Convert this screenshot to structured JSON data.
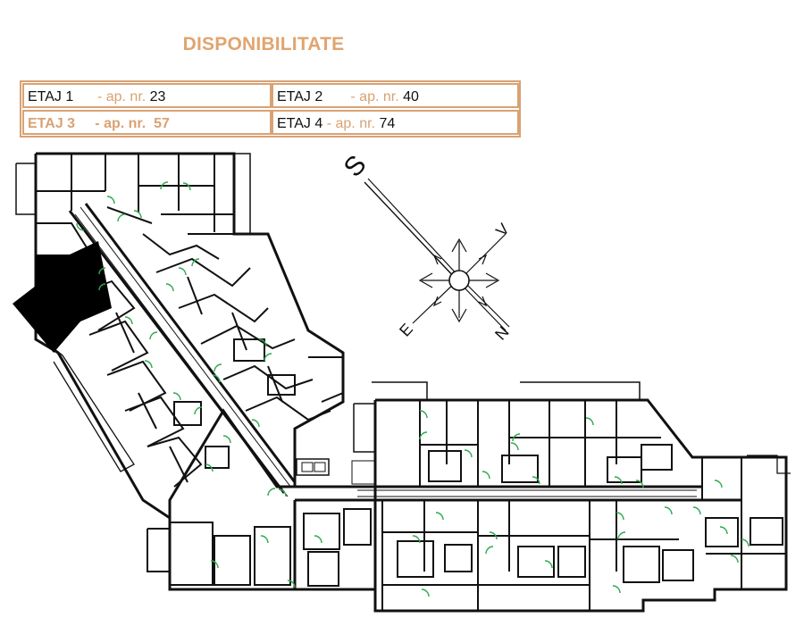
{
  "title": "DISPONIBILITATE",
  "floors": [
    {
      "floor": "ETAJ 1",
      "sep": "- ap. nr.",
      "apt": "23",
      "highlighted": false
    },
    {
      "floor": "ETAJ 2",
      "sep": "- ap. nr.",
      "apt": "40",
      "highlighted": false
    },
    {
      "floor": "ETAJ 3",
      "sep": "- ap. nr.",
      "apt": "57",
      "highlighted": true
    },
    {
      "floor": "ETAJ 4",
      "sep": "- ap. nr.",
      "apt": "74",
      "highlighted": false
    }
  ],
  "compass": {
    "north": "N",
    "south": "S",
    "east": "E",
    "west": "V"
  },
  "colors": {
    "accent": "#d9a273",
    "walls": "#111111",
    "doors": "#2fa84f",
    "selected_unit": "#000000"
  }
}
